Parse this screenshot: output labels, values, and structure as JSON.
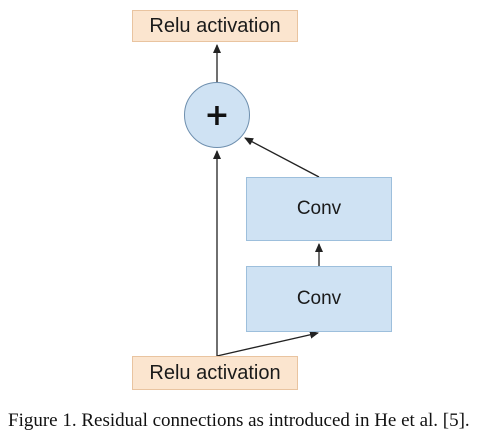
{
  "diagram": {
    "relu_top_label": "Relu activation",
    "sum_symbol": "+",
    "conv_top_label": "Conv",
    "conv_bottom_label": "Conv",
    "relu_bottom_label": "Relu activation"
  },
  "caption": {
    "text": "Figure 1. Residual connections as introduced in He et al. [5]."
  },
  "colors": {
    "relu_fill": "#fbe5cf",
    "conv_fill": "#cfe2f3",
    "arrow": "#222222"
  }
}
